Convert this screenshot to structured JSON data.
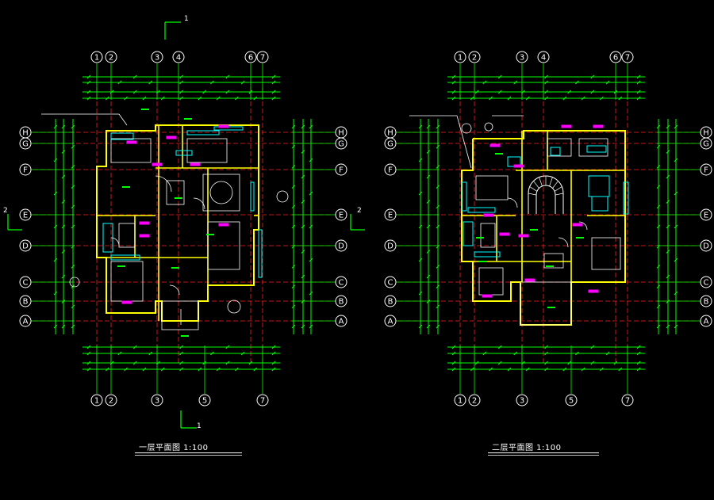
{
  "colors": {
    "background": "#000000",
    "dimension": "#00ff00",
    "grid_axis": "#ff2020",
    "wall": "#ffff00",
    "fixture": "#00ffff",
    "text": "#ffffff",
    "annotation": "#ff00ff",
    "bubble": "#ffffff"
  },
  "plans": [
    {
      "id": "first-floor",
      "title": "一层平面图 1:100",
      "top_axes": [
        "1",
        "2",
        "3",
        "4",
        "6",
        "7"
      ],
      "bottom_axes": [
        "1",
        "2",
        "3",
        "5",
        "7"
      ],
      "row_axes": [
        "H",
        "G",
        "F",
        "E",
        "D",
        "C",
        "B",
        "A"
      ],
      "section_marks": [
        "1",
        "1",
        "2",
        "2"
      ]
    },
    {
      "id": "second-floor",
      "title": "二层平面图 1:100",
      "top_axes": [
        "1",
        "2",
        "3",
        "4",
        "6",
        "7"
      ],
      "bottom_axes": [
        "1",
        "2",
        "3",
        "5",
        "7"
      ],
      "row_axes": [
        "H",
        "G",
        "F",
        "E",
        "D",
        "C",
        "B",
        "A"
      ],
      "section_marks": []
    }
  ]
}
